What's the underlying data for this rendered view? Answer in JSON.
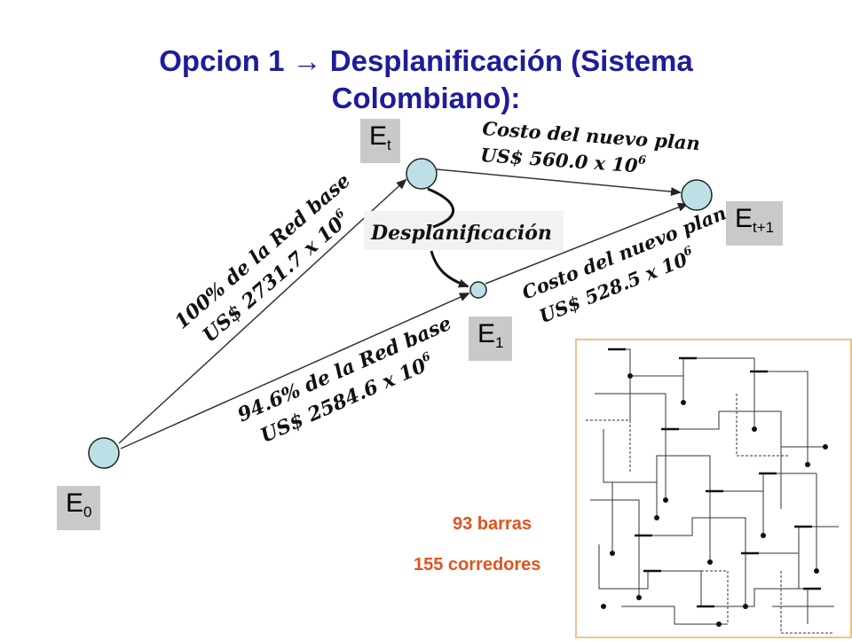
{
  "title": {
    "line1": "Opcion 1 → Desplanificación (Sistema",
    "line2": "Colombiano):"
  },
  "nodes": {
    "e0": {
      "label": "E",
      "sub": "0"
    },
    "et": {
      "label": "E",
      "sub": "t"
    },
    "et1": {
      "label": "E",
      "sub": "t+1"
    },
    "e1": {
      "label": "E",
      "sub": "1"
    }
  },
  "edges": {
    "e0_et": {
      "line1": "100% de la Red base",
      "line2": "US$ 2731.7 x 10",
      "exp": "6"
    },
    "e0_e1": {
      "line1": "94.6% de la Red base",
      "line2": "US$ 2584.6 x 10",
      "exp": "6"
    },
    "et_et1": {
      "line1": "Costo del nuevo plan",
      "line2": "US$ 560.0 x 10",
      "exp": "6"
    },
    "e1_et1": {
      "line1": "Costo del nuevo plan",
      "line2": "US$ 528.5 x 10",
      "exp": "6"
    }
  },
  "desplanificacion_label": "Desplanificación",
  "stats": {
    "barras": "93 barras",
    "corredores": "155 corredores"
  },
  "colors": {
    "title": "#1d1d9a",
    "node_fill": "#bde0e6",
    "label_bg": "#c9c9c9",
    "stats": "#e2531c"
  }
}
